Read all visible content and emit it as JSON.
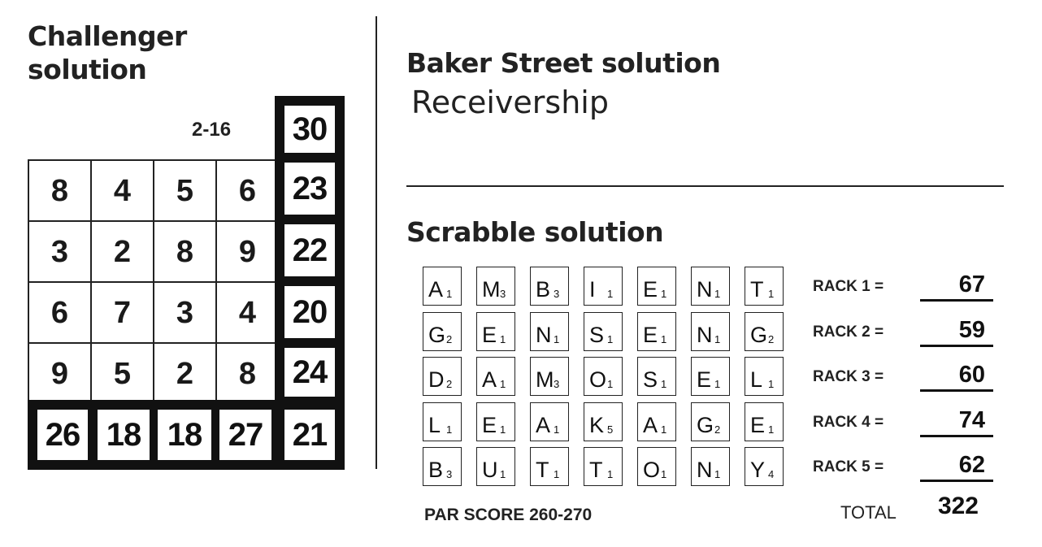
{
  "challenger": {
    "title": "Challenger\nsolution",
    "date": "2-16",
    "corner_sum": "30",
    "rows": [
      {
        "cells": [
          "8",
          "4",
          "5",
          "6"
        ],
        "sum": "23"
      },
      {
        "cells": [
          "3",
          "2",
          "8",
          "9"
        ],
        "sum": "22"
      },
      {
        "cells": [
          "6",
          "7",
          "3",
          "4"
        ],
        "sum": "20"
      },
      {
        "cells": [
          "9",
          "5",
          "2",
          "8"
        ],
        "sum": "24"
      }
    ],
    "column_sums": [
      "26",
      "18",
      "18",
      "27"
    ],
    "final_sum": "21"
  },
  "baker_street": {
    "title": "Baker Street solution",
    "answer": "Receivership"
  },
  "scrabble": {
    "title": "Scrabble solution",
    "racks": [
      {
        "label": "RACK 1 =",
        "score": "67",
        "tiles": [
          {
            "l": "A",
            "v": "1"
          },
          {
            "l": "M",
            "v": "3"
          },
          {
            "l": "B",
            "v": "3"
          },
          {
            "l": "I",
            "v": "1"
          },
          {
            "l": "E",
            "v": "1"
          },
          {
            "l": "N",
            "v": "1"
          },
          {
            "l": "T",
            "v": "1"
          }
        ]
      },
      {
        "label": "RACK 2 =",
        "score": "59",
        "tiles": [
          {
            "l": "G",
            "v": "2"
          },
          {
            "l": "E",
            "v": "1"
          },
          {
            "l": "N",
            "v": "1"
          },
          {
            "l": "S",
            "v": "1"
          },
          {
            "l": "E",
            "v": "1"
          },
          {
            "l": "N",
            "v": "1"
          },
          {
            "l": "G",
            "v": "2"
          }
        ]
      },
      {
        "label": "RACK 3 =",
        "score": "60",
        "tiles": [
          {
            "l": "D",
            "v": "2"
          },
          {
            "l": "A",
            "v": "1"
          },
          {
            "l": "M",
            "v": "3"
          },
          {
            "l": "O",
            "v": "1"
          },
          {
            "l": "S",
            "v": "1"
          },
          {
            "l": "E",
            "v": "1"
          },
          {
            "l": "L",
            "v": "1"
          }
        ]
      },
      {
        "label": "RACK 4 =",
        "score": "74",
        "tiles": [
          {
            "l": "L",
            "v": "1"
          },
          {
            "l": "E",
            "v": "1"
          },
          {
            "l": "A",
            "v": "1"
          },
          {
            "l": "K",
            "v": "5"
          },
          {
            "l": "A",
            "v": "1"
          },
          {
            "l": "G",
            "v": "2"
          },
          {
            "l": "E",
            "v": "1"
          }
        ]
      },
      {
        "label": "RACK 5 =",
        "score": "62",
        "tiles": [
          {
            "l": "B",
            "v": "3"
          },
          {
            "l": "U",
            "v": "1"
          },
          {
            "l": "T",
            "v": "1"
          },
          {
            "l": "T",
            "v": "1"
          },
          {
            "l": "O",
            "v": "1"
          },
          {
            "l": "N",
            "v": "1"
          },
          {
            "l": "Y",
            "v": "4"
          }
        ]
      }
    ],
    "par_score": "PAR SCORE 260-270",
    "total_label": "TOTAL",
    "total_value": "322"
  }
}
